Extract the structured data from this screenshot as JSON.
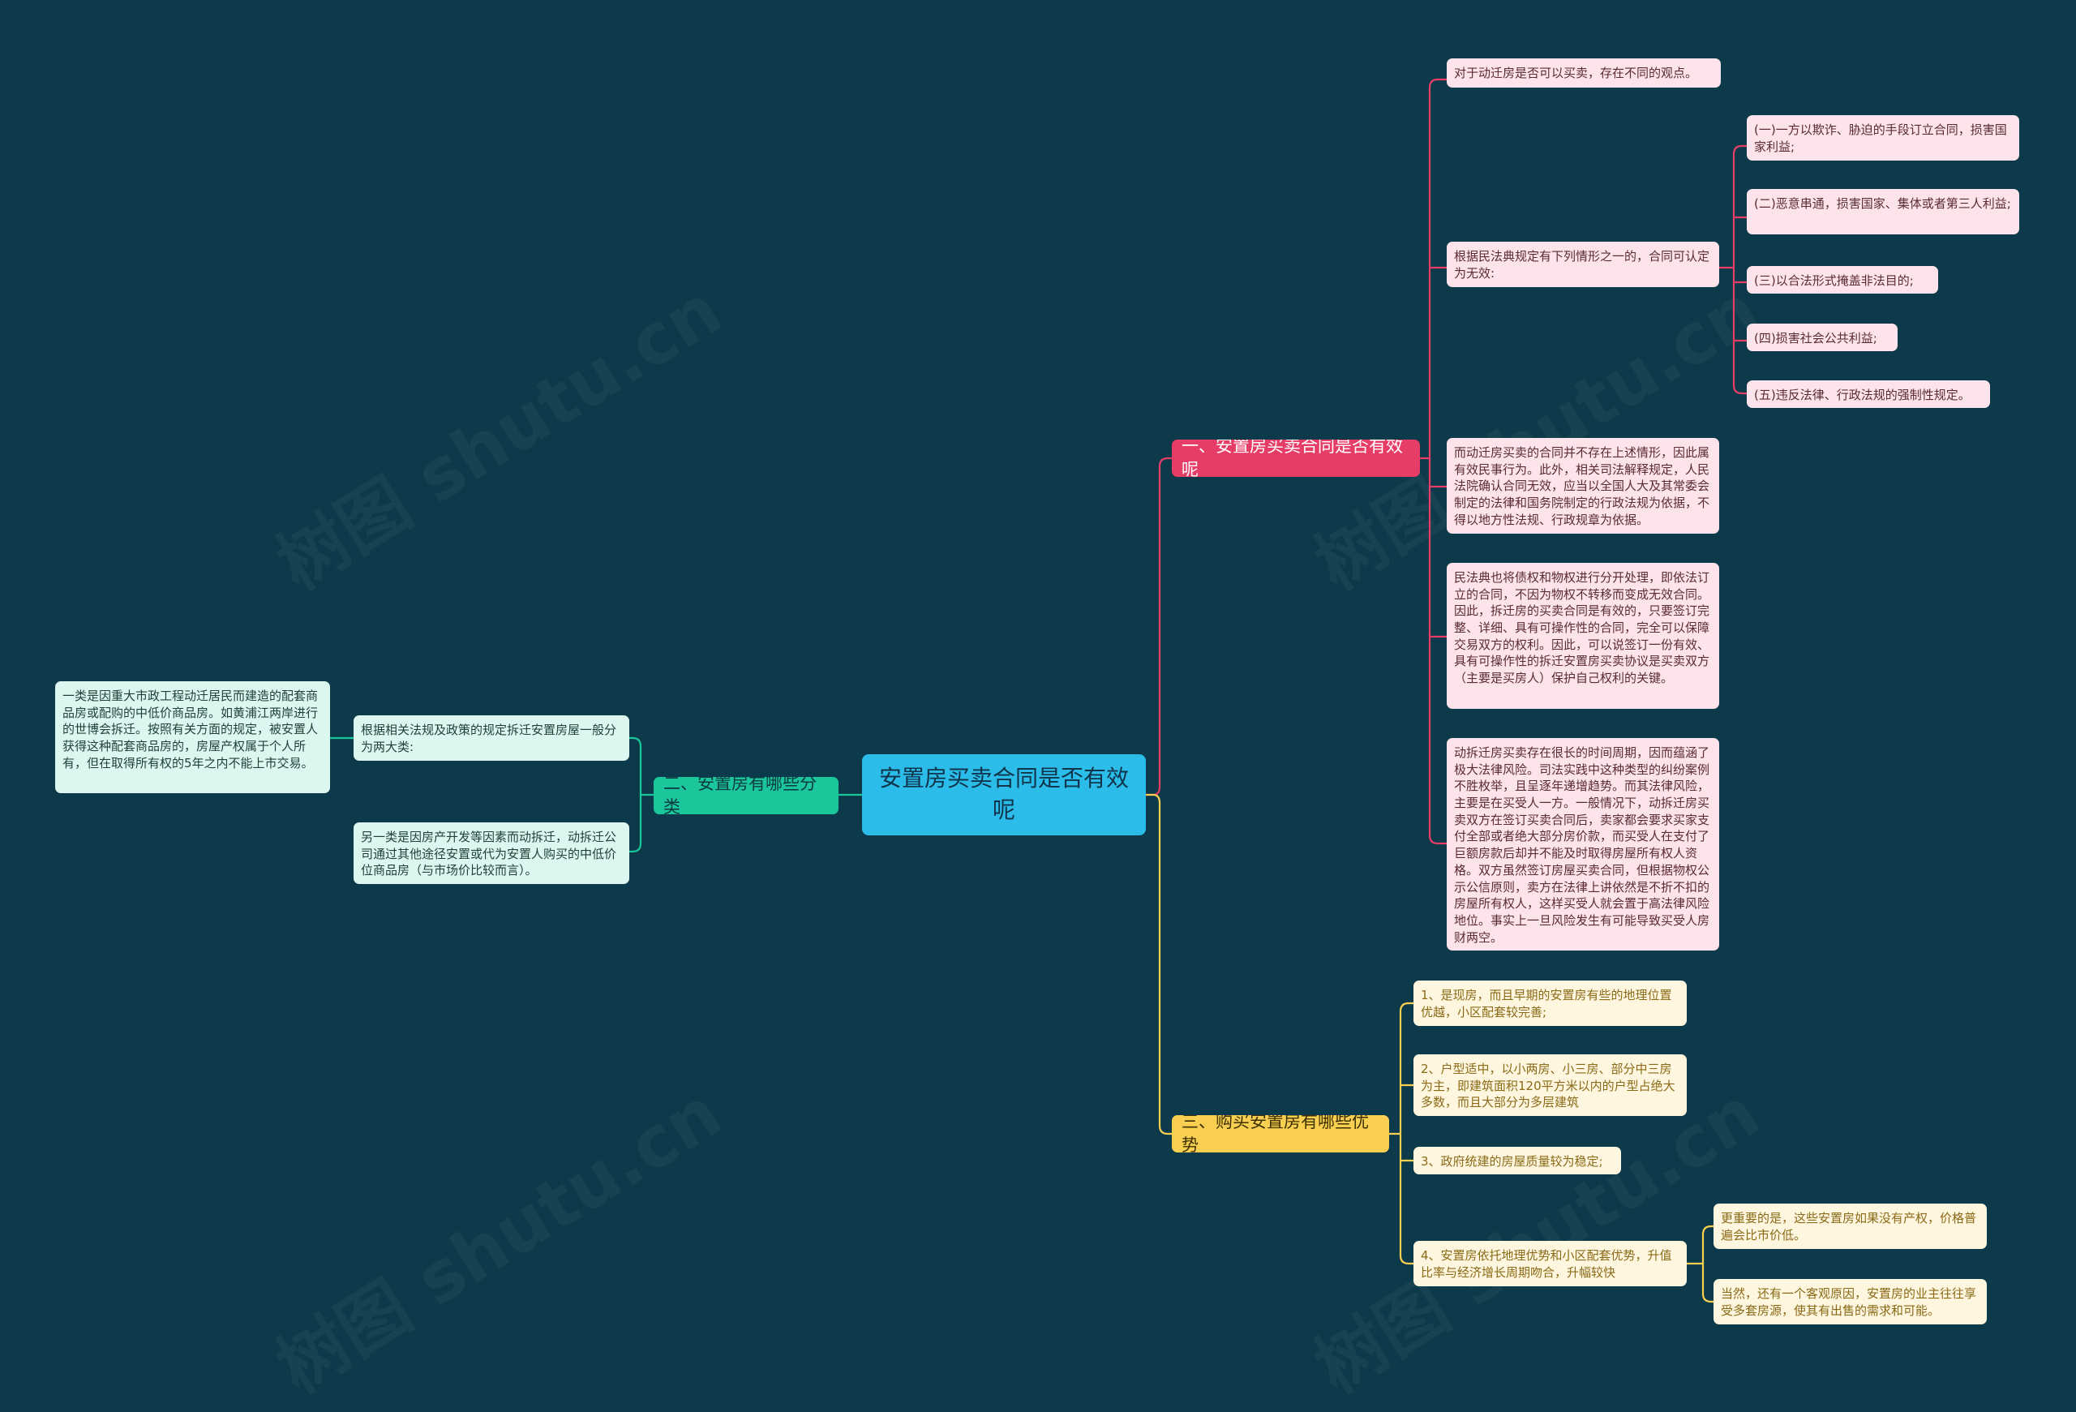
{
  "root": {
    "title": "安置房买卖合同是否有效呢"
  },
  "branch1": {
    "label": "一、安置房买卖合同是否有效呢",
    "items": [
      "对于动迁房是否可以买卖，存在不同的观点。",
      "根据民法典规定有下列情形之一的，合同可认定为无效:",
      "而动迁房买卖的合同并不存在上述情形，因此属有效民事行为。此外，相关司法解释规定，人民法院确认合同无效，应当以全国人大及其常委会制定的法律和国务院制定的行政法规为依据，不得以地方性法规、行政规章为依据。",
      "民法典也将债权和物权进行分开处理，即依法订立的合同，不因为物权不转移而变成无效合同。因此，拆迁房的买卖合同是有效的，只要签订完整、详细、具有可操作性的合同，完全可以保障交易双方的权利。因此，可以说签订一份有效、具有可操作性的拆迁安置房买卖协议是买卖双方（主要是买房人）保护自己权利的关键。",
      "动拆迁房买卖存在很长的时间周期，因而蕴涵了极大法律风险。司法实践中这种类型的纠纷案例不胜枚举，且呈逐年递增趋势。而其法律风险，主要是在买受人一方。一般情况下，动拆迁房买卖双方在签订买卖合同后，卖家都会要求买家支付全部或者绝大部分房价款，而买受人在支付了巨额房款后却并不能及时取得房屋所有权人资格。双方虽然签订房屋买卖合同，但根据物权公示公信原则，卖方在法律上讲依然是不折不扣的房屋所有权人，这样买受人就会置于高法律风险地位。事实上一旦风险发生有可能导致买受人房财两空。"
    ],
    "sub_items": [
      "(一)一方以欺诈、胁迫的手段订立合同，损害国家利益;",
      "(二)恶意串通，损害国家、集体或者第三人利益;",
      "(三)以合法形式掩盖非法目的;",
      "(四)损害社会公共利益;",
      "(五)违反法律、行政法规的强制性规定。"
    ]
  },
  "branch2": {
    "label": "二、安置房有哪些分类",
    "items": [
      "根据相关法规及政策的规定拆迁安置房屋一般分为两大类:",
      "另一类是因房产开发等因素而动拆迁，动拆迁公司通过其他途径安置或代为安置人购买的中低价位商品房（与市场价比较而言）。"
    ],
    "sub_item": "一类是因重大市政工程动迁居民而建造的配套商品房或配购的中低价商品房。如黄浦江两岸进行的世博会拆迁。按照有关方面的规定，被安置人获得这种配套商品房的，房屋产权属于个人所有，但在取得所有权的5年之内不能上市交易。"
  },
  "branch3": {
    "label": "三、购买安置房有哪些优势",
    "items": [
      "1、是现房，而且早期的安置房有些的地理位置优越，小区配套较完善;",
      "2、户型适中，以小两房、小三房、部分中三房为主，即建筑面积120平方米以内的户型占绝大多数，而且大部分为多层建筑",
      "3、政府统建的房屋质量较为稳定;",
      "4、安置房依托地理优势和小区配套优势，升值比率与经济增长周期吻合，升幅较快"
    ],
    "sub_items": [
      "更重要的是，这些安置房如果没有产权，价格普遍会比市价低。",
      "当然，还有一个客观原因，安置房的业主往往享受多套房源，使其有出售的需求和可能。"
    ]
  },
  "watermark": "树图 shutu.cn",
  "colors": {
    "background": "#0d3a4b",
    "root": "#2bbcea",
    "branch1": "#e63d67",
    "branch2": "#1bc69a",
    "branch3": "#f9cf52",
    "leaf1": "#fde4ea",
    "leaf2": "#dcf7ef",
    "leaf3": "#fff6df"
  }
}
